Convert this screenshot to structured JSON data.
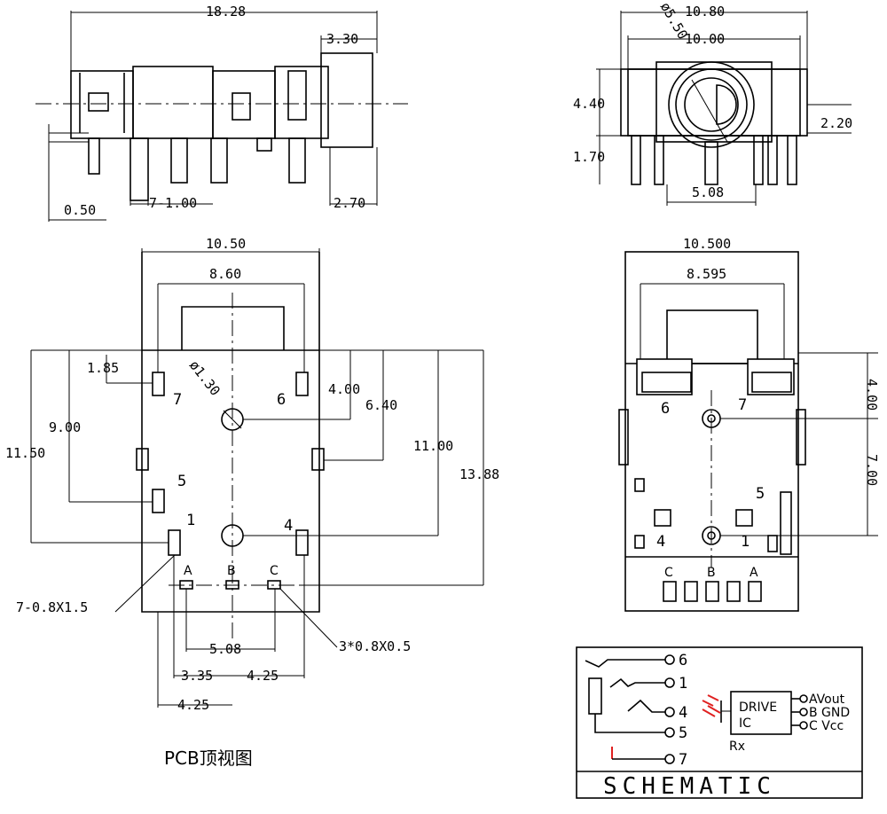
{
  "side_view": {
    "dims": {
      "total_length": "18.28",
      "front": "3.30",
      "pin_offset": "0.50",
      "pin_spec": "7-1.00",
      "rear": "2.70"
    }
  },
  "front_view": {
    "dims": {
      "outer_width": "10.80",
      "inner_width": "10.00",
      "hole_dia": "ø5.50",
      "height": "4.40",
      "pin_len": "1.70",
      "center_offset": "2.20",
      "pin_pitch": "5.08"
    }
  },
  "pcb_view": {
    "dims": {
      "outer_width": "10.50",
      "inner_width": "8.60",
      "d1": "1.85",
      "hole": "ø1.30",
      "d2": "4.00",
      "d3": "6.40",
      "d4": "9.00",
      "d5": "11.00",
      "d6": "11.50",
      "d7": "13.88",
      "pitch": "5.08",
      "left": "3.35",
      "right": "4.25",
      "bottom": "4.25",
      "slot": "7-0.8X1.5",
      "pad": "3*0.8X0.5"
    },
    "pins": {
      "p1": "1",
      "p4": "4",
      "p5": "5",
      "p6": "6",
      "p7": "7",
      "pa": "A",
      "pb": "B",
      "pc": "C"
    },
    "caption": "PCB顶视图"
  },
  "bottom_view": {
    "dims": {
      "outer_width": "10.500",
      "inner_width": "8.595",
      "d1": "4.00",
      "d2": "7.00"
    },
    "pins": {
      "p1": "1",
      "p4": "4",
      "p5": "5",
      "p6": "6",
      "p7": "7",
      "pa": "A",
      "pb": "B",
      "pc": "C"
    }
  },
  "schematic": {
    "title": "SCHEMATIC",
    "pins": [
      "6",
      "1",
      "4",
      "5",
      "7"
    ],
    "ic_line1": "DRIVE",
    "ic_line2": "IC",
    "rx": "Rx",
    "outputs": [
      "AVout",
      "B GND",
      "C Vcc"
    ]
  }
}
